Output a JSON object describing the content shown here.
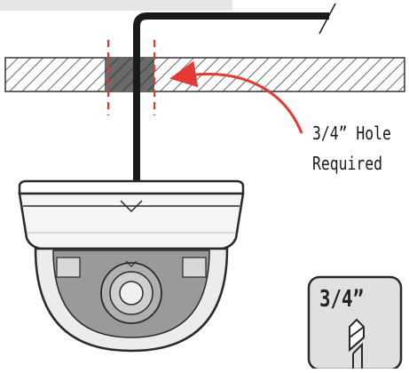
{
  "callout": {
    "line1": "3/4” Hole",
    "line2": "Required"
  },
  "drill_badge": {
    "size_label": "3/4”"
  },
  "colors": {
    "accent_red": "#e53935",
    "hatch_dark": "#444444",
    "cable": "#1a1a1a",
    "camera_body": "#f2f2f2",
    "lens_gray": "#8a8a8a"
  },
  "icons": {
    "cable": "cable-icon",
    "drill_bit": "drill-bit-icon",
    "camera": "dome-camera-icon"
  }
}
